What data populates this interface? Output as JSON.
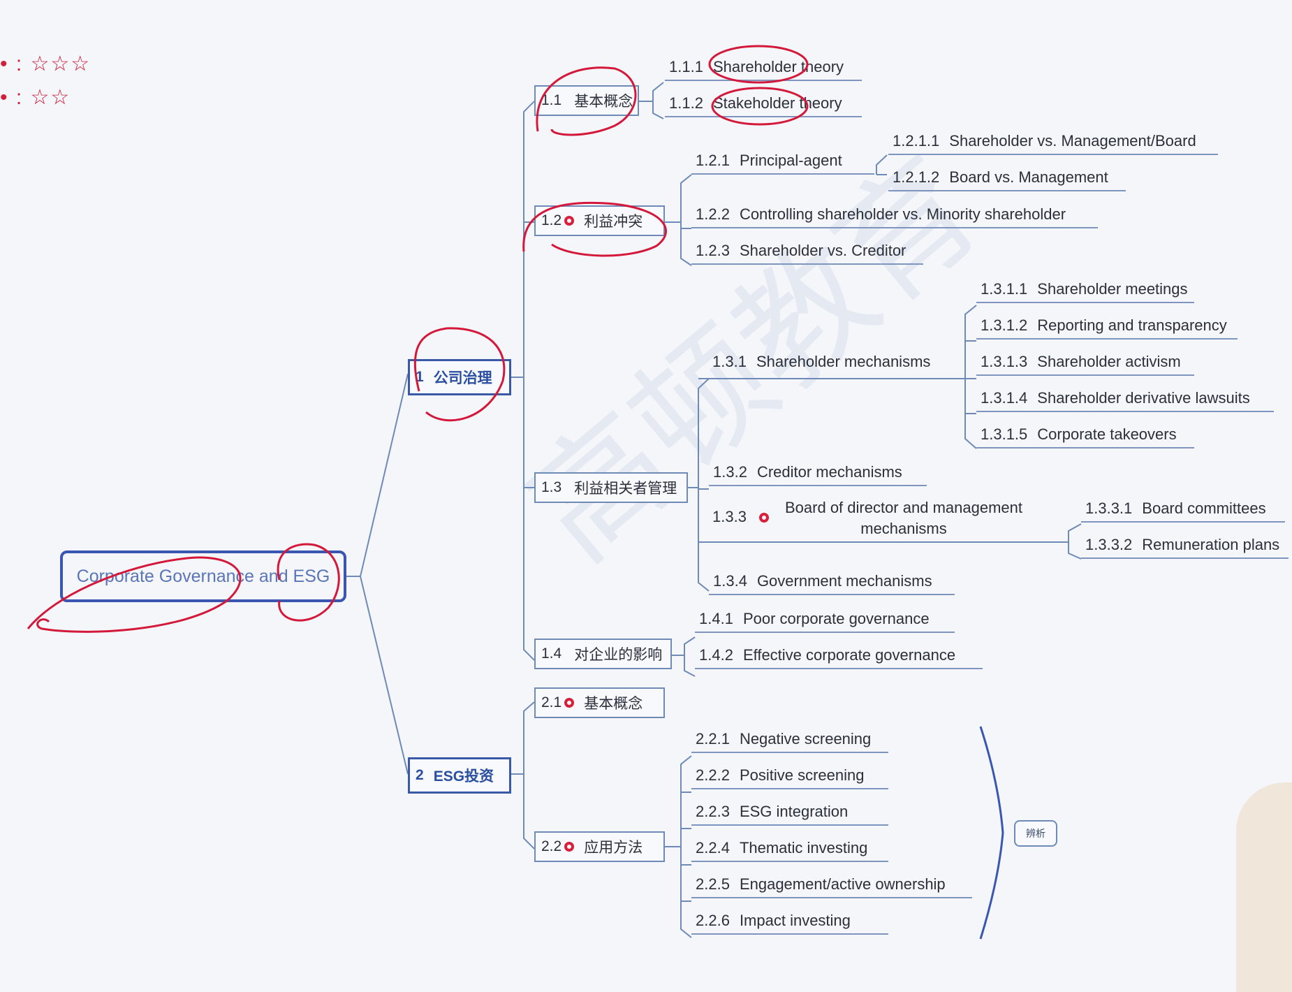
{
  "legend": {
    "line1": "• : ☆☆☆",
    "line2": "• : ☆☆"
  },
  "watermark": "高顿教育",
  "root": {
    "label": "Corporate Governance and ESG"
  },
  "branch1": {
    "num": "1",
    "label": "公司治理"
  },
  "branch2": {
    "num": "2",
    "label": "ESG投资"
  },
  "n1_1": {
    "num": "1.1",
    "label": "基本概念"
  },
  "n1_1_1": {
    "num": "1.1.1",
    "label": "Shareholder theory"
  },
  "n1_1_2": {
    "num": "1.1.2",
    "label": "Stakeholder theory"
  },
  "n1_2": {
    "num": "1.2",
    "label": "利益冲突"
  },
  "n1_2_1": {
    "num": "1.2.1",
    "label": "Principal-agent"
  },
  "n1_2_1_1": {
    "num": "1.2.1.1",
    "label": "Shareholder vs. Management/Board"
  },
  "n1_2_1_2": {
    "num": "1.2.1.2",
    "label": "Board vs. Management"
  },
  "n1_2_2": {
    "num": "1.2.2",
    "label": "Controlling shareholder vs. Minority shareholder"
  },
  "n1_2_3": {
    "num": "1.2.3",
    "label": "Shareholder vs. Creditor"
  },
  "n1_3": {
    "num": "1.3",
    "label": "利益相关者管理"
  },
  "n1_3_1": {
    "num": "1.3.1",
    "label": "Shareholder mechanisms"
  },
  "n1_3_1_1": {
    "num": "1.3.1.1",
    "label": "Shareholder meetings"
  },
  "n1_3_1_2": {
    "num": "1.3.1.2",
    "label": "Reporting and transparency"
  },
  "n1_3_1_3": {
    "num": "1.3.1.3",
    "label": "Shareholder activism"
  },
  "n1_3_1_4": {
    "num": "1.3.1.4",
    "label": "Shareholder derivative lawsuits"
  },
  "n1_3_1_5": {
    "num": "1.3.1.5",
    "label": "Corporate takeovers"
  },
  "n1_3_2": {
    "num": "1.3.2",
    "label": "Creditor mechanisms"
  },
  "n1_3_3": {
    "num": "1.3.3",
    "label_line1": "Board of director and management",
    "label_line2": "mechanisms"
  },
  "n1_3_3_1": {
    "num": "1.3.3.1",
    "label": "Board committees"
  },
  "n1_3_3_2": {
    "num": "1.3.3.2",
    "label": "Remuneration plans"
  },
  "n1_3_4": {
    "num": "1.3.4",
    "label": "Government mechanisms"
  },
  "n1_4": {
    "num": "1.4",
    "label": "对企业的影响"
  },
  "n1_4_1": {
    "num": "1.4.1",
    "label": "Poor corporate governance"
  },
  "n1_4_2": {
    "num": "1.4.2",
    "label": "Effective corporate governance"
  },
  "n2_1": {
    "num": "2.1",
    "label": "基本概念"
  },
  "n2_2": {
    "num": "2.2",
    "label": "应用方法"
  },
  "n2_2_1": {
    "num": "2.2.1",
    "label": "Negative screening"
  },
  "n2_2_2": {
    "num": "2.2.2",
    "label": "Positive screening"
  },
  "n2_2_3": {
    "num": "2.2.3",
    "label": "ESG integration"
  },
  "n2_2_4": {
    "num": "2.2.4",
    "label": "Thematic investing"
  },
  "n2_2_5": {
    "num": "2.2.5",
    "label": "Engagement/active ownership"
  },
  "n2_2_6": {
    "num": "2.2.6",
    "label": "Impact investing"
  },
  "summary_tag": {
    "label": "辨析"
  }
}
